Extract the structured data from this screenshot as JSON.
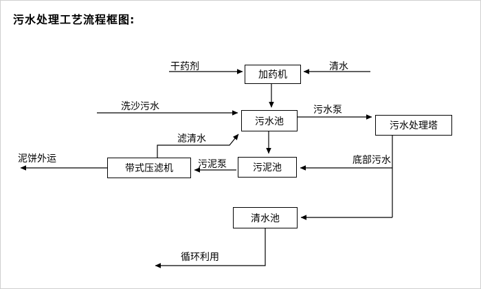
{
  "page": {
    "title": "污水处理工艺流程框图:"
  },
  "nodes": {
    "dosing_machine": {
      "label": "加药机"
    },
    "sewage_pool": {
      "label": "污水池"
    },
    "treatment_tower": {
      "label": "污水处理塔"
    },
    "sludge_pool": {
      "label": "污泥池"
    },
    "belt_filter_press": {
      "label": "带式压滤机"
    },
    "clean_water_pool": {
      "label": "清水池"
    }
  },
  "edge_labels": {
    "dry_chemical": "干药剂",
    "clean_water": "清水",
    "sand_washing_sewage": "洗沙污水",
    "sewage_pump": "污水泵",
    "filtered_water": "滤清水",
    "sludge_pump": "污泥泵",
    "bottom_sewage": "底部污水",
    "mud_cake_out": "泥饼外运",
    "recycle": "循环利用"
  },
  "flow": [
    {
      "from": "external",
      "to": "dosing_machine",
      "label": "干药剂"
    },
    {
      "from": "external",
      "to": "dosing_machine",
      "label": "清水"
    },
    {
      "from": "dosing_machine",
      "to": "sewage_pool",
      "label": ""
    },
    {
      "from": "external",
      "to": "sewage_pool",
      "label": "洗沙污水"
    },
    {
      "from": "sewage_pool",
      "to": "treatment_tower",
      "label": "污水泵"
    },
    {
      "from": "belt_filter_press",
      "to": "sewage_pool",
      "label": "滤清水"
    },
    {
      "from": "sewage_pool",
      "to": "sludge_pool",
      "label": ""
    },
    {
      "from": "sludge_pool",
      "to": "belt_filter_press",
      "label": "污泥泵"
    },
    {
      "from": "treatment_tower",
      "to": "sludge_pool",
      "label": "底部污水"
    },
    {
      "from": "treatment_tower",
      "to": "clean_water_pool",
      "label": ""
    },
    {
      "from": "belt_filter_press",
      "to": "external",
      "label": "泥饼外运"
    },
    {
      "from": "clean_water_pool",
      "to": "external",
      "label": "循环利用"
    }
  ],
  "colors": {
    "line": "#000000",
    "background": "#ffffff"
  }
}
